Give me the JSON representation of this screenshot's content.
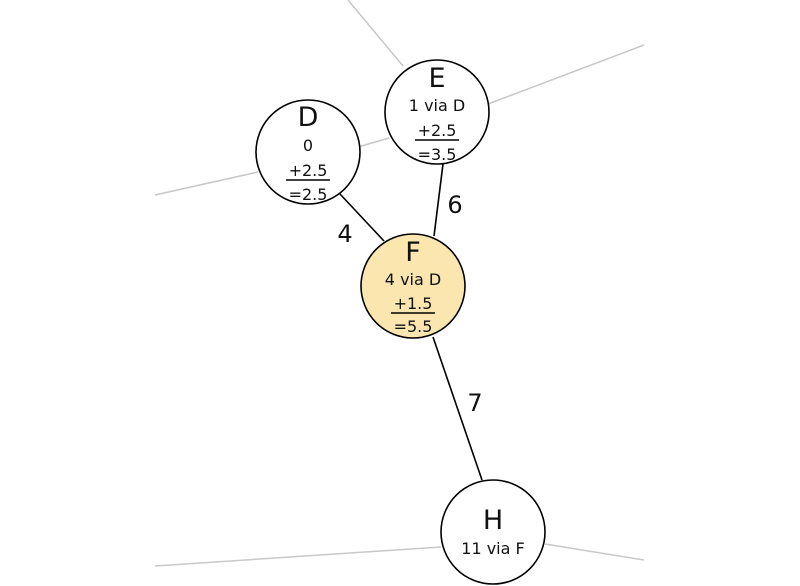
{
  "colors": {
    "node_fill": "#ffffff",
    "highlight_fill": "#fbe6b0",
    "stroke": "#000000",
    "dim_edge": "#c8c8c8"
  },
  "nodes": [
    {
      "id": "D",
      "name": "D",
      "lines": [
        "0",
        "+2.5",
        "=2.5"
      ],
      "underline_index": 1,
      "highlighted": false
    },
    {
      "id": "E",
      "name": "E",
      "lines": [
        "1 via D",
        "+2.5",
        "=3.5"
      ],
      "underline_index": 1,
      "highlighted": false
    },
    {
      "id": "F",
      "name": "F",
      "lines": [
        "4 via D",
        "+1.5",
        "=5.5"
      ],
      "underline_index": 1,
      "highlighted": true
    },
    {
      "id": "H",
      "name": "H",
      "lines": [
        "11 via F"
      ],
      "underline_index": -1,
      "highlighted": false
    }
  ],
  "edges": [
    {
      "from": "D",
      "to": "F",
      "weight": "4"
    },
    {
      "from": "E",
      "to": "F",
      "weight": "6"
    },
    {
      "from": "F",
      "to": "H",
      "weight": "7"
    }
  ]
}
